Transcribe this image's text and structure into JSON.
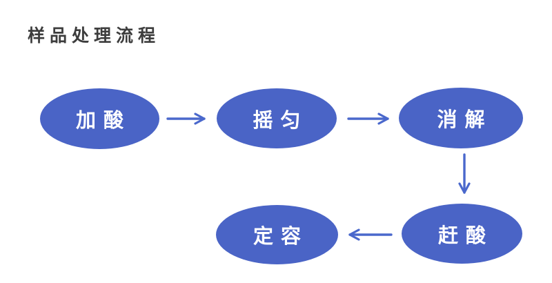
{
  "title": "样品处理流程",
  "colors": {
    "background": "#ffffff",
    "node_fill": "#4a64c6",
    "node_text": "#ffffff",
    "arrow": "#4a68cc",
    "title_text": "#3d3d3d"
  },
  "nodes": [
    {
      "id": "add-acid",
      "label": "加酸"
    },
    {
      "id": "shake-well",
      "label": "摇匀"
    },
    {
      "id": "digest",
      "label": "消解"
    },
    {
      "id": "drive-off-acid",
      "label": "赶酸"
    },
    {
      "id": "constant-volume",
      "label": "定容"
    }
  ],
  "edges": [
    {
      "from": "add-acid",
      "to": "shake-well",
      "direction": "right"
    },
    {
      "from": "shake-well",
      "to": "digest",
      "direction": "right"
    },
    {
      "from": "digest",
      "to": "drive-off-acid",
      "direction": "down"
    },
    {
      "from": "drive-off-acid",
      "to": "constant-volume",
      "direction": "left"
    }
  ]
}
